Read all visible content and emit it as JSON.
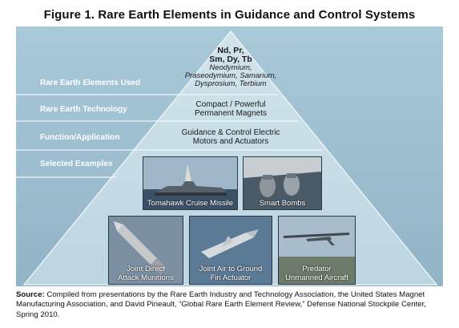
{
  "figure": {
    "title": "Figure 1. Rare Earth Elements in Guidance and Control Systems"
  },
  "bands": [
    "Rare Earth Elements Used",
    "Rare Earth Technology",
    "Function/Application",
    "Selected Examples"
  ],
  "tiers": {
    "elements_symbols_line1": "Nd, Pr,",
    "elements_symbols_line2": "Sm, Dy, Tb",
    "elements_names_line1": "Neodymium,",
    "elements_names_line2": "Praseodymium, Samarium,",
    "elements_names_line3": "Dysprosium, Terbium",
    "technology_line1": "Compact / Powerful",
    "technology_line2": "Permanent Magnets",
    "function_line1": "Guidance & Control Electric",
    "function_line2": "Motors and Actuators"
  },
  "examples": {
    "tomahawk": "Tomahawk Cruise Missile",
    "smart_bombs": "Smart Bombs",
    "jdam_line1": "Joint Direct",
    "jdam_line2": "Attack Munitions",
    "fin_line1": "Joint Air to Ground",
    "fin_line2": "Fin Actuator",
    "predator_line1": "Predator",
    "predator_line2": "Unmanned Aircraft"
  },
  "source": {
    "label": "Source:",
    "text": "Compiled from presentations by the Rare Earth Industry and Technology Association, the United States Magnet Manufacturing Association, and David Pineault, “Global Rare Earth Element Review,” Defense National Stockpile Center, Spring 2010."
  },
  "colors": {
    "background_panel": "#a9c9d9",
    "pyramid": "#c4dbe6",
    "band_line": "#eef6f9"
  }
}
